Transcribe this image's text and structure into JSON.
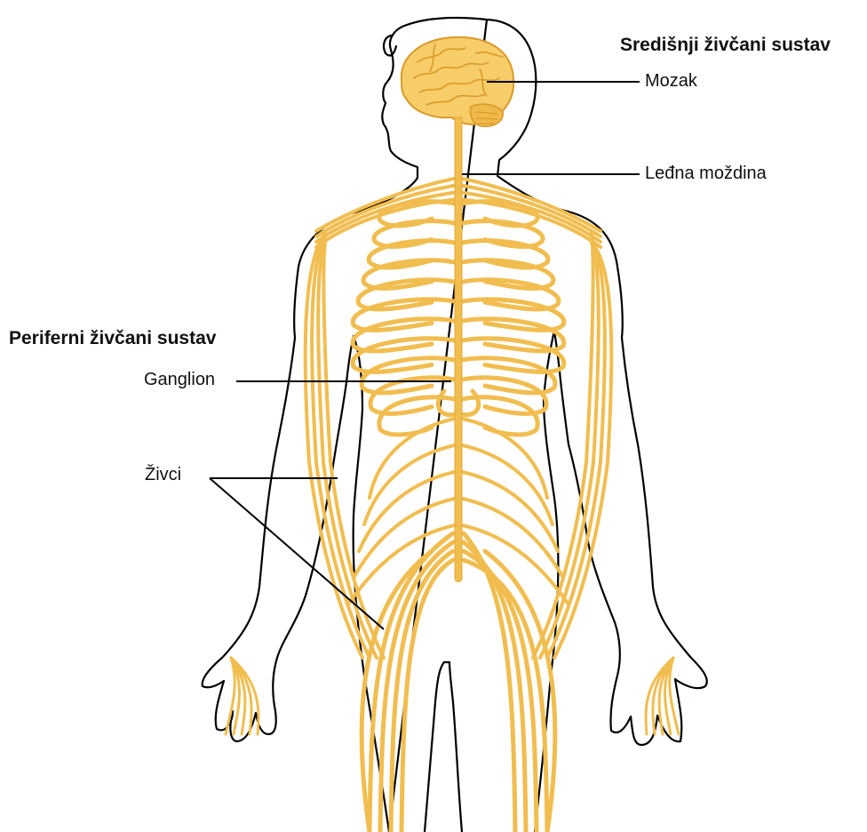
{
  "headings": {
    "central": "Središnji živčani sustav",
    "peripheral": "Periferni živčani sustav"
  },
  "labels": {
    "brain": "Mozak",
    "spinal_cord": "Leđna moždina",
    "ganglion": "Ganglion",
    "nerves": "Živci"
  },
  "colors": {
    "nerve": "#f1bd4f",
    "brain_fill": "#f7cd6a",
    "brain_detail": "#d99a28",
    "outline": "#000000",
    "leader": "#000000",
    "background": "#ffffff"
  }
}
